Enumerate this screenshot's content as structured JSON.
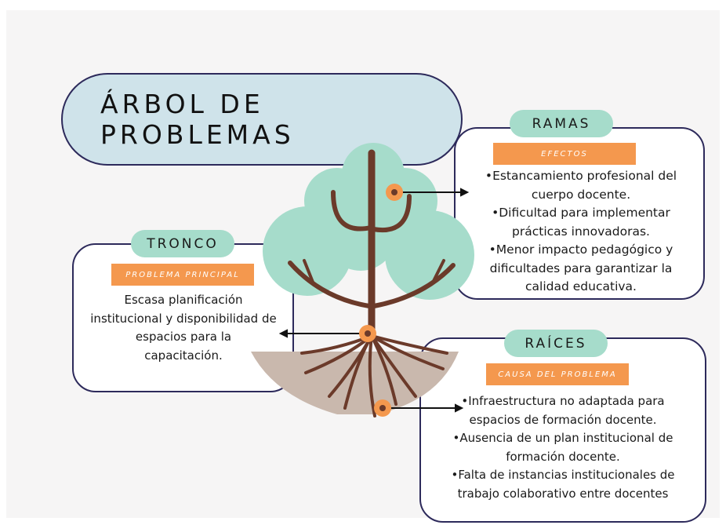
{
  "title": "ÁRBOL DE PROBLEMAS",
  "colors": {
    "background": "#f6f5f5",
    "title_fill": "#cfe3ea",
    "outline": "#2d2a5b",
    "label_green": "#a6dccb",
    "accent_orange": "#f4984e",
    "foliage": "#a6dccb",
    "trunk": "#6b3a2a",
    "soil": "#c9b8ad"
  },
  "ramas": {
    "label": "RAMAS",
    "subtitle": "EFECTOS",
    "lines": [
      "•Estancamiento profesional del",
      "cuerpo docente.",
      "•Dificultad para implementar",
      "prácticas innovadoras.",
      "•Menor impacto pedagógico y",
      "dificultades para garantizar la",
      "calidad educativa."
    ]
  },
  "tronco": {
    "label": "TRONCO",
    "subtitle": "PROBLEMA PRINCIPAL",
    "lines": [
      "Escasa planificación",
      "institucional y disponibilidad de",
      "espacios para la",
      "capacitación."
    ]
  },
  "raices": {
    "label": "RAÍCES",
    "subtitle": "CAUSA DEL PROBLEMA",
    "lines": [
      "•Infraestructura no adaptada para",
      "espacios de formación docente.",
      "•Ausencia de un plan institucional de",
      "formación docente.",
      "•Falta de instancias institucionales de",
      "trabajo colaborativo entre docentes"
    ]
  }
}
